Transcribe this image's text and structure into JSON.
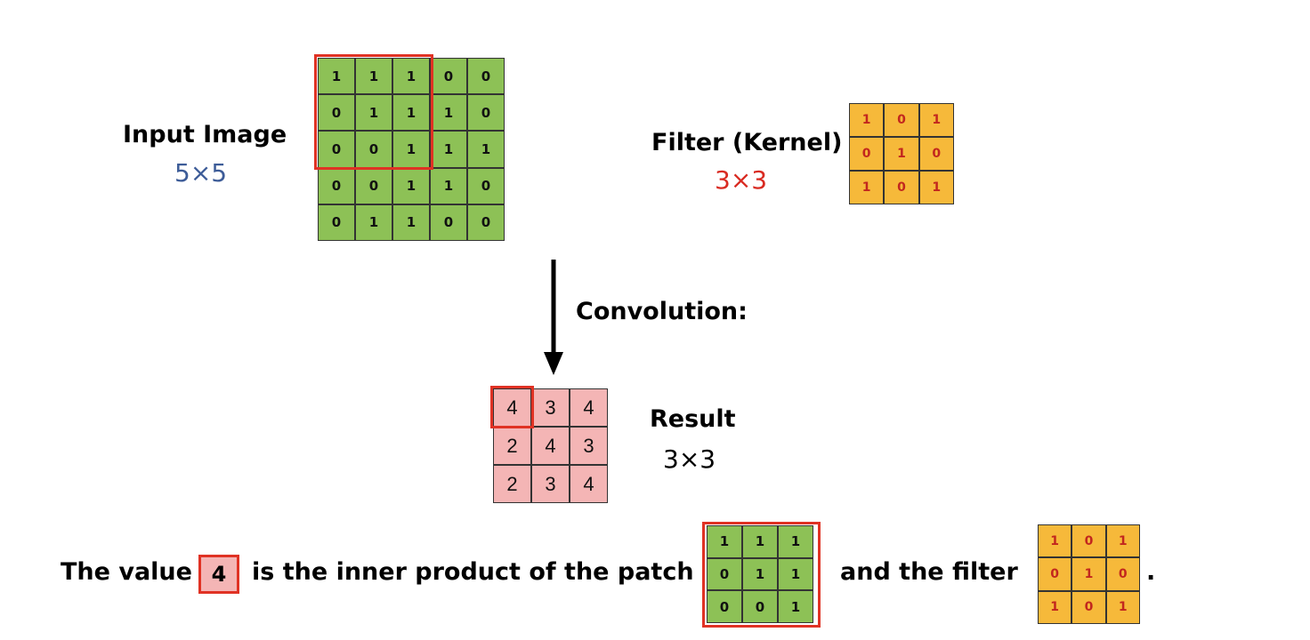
{
  "input": {
    "label": "Input Image",
    "size": "5×5",
    "size_color": "#3d5c98",
    "matrix": [
      [
        1,
        1,
        1,
        0,
        0
      ],
      [
        0,
        1,
        1,
        1,
        0
      ],
      [
        0,
        0,
        1,
        1,
        1
      ],
      [
        0,
        0,
        1,
        1,
        0
      ],
      [
        0,
        1,
        1,
        0,
        0
      ]
    ]
  },
  "filter": {
    "label": "Filter (Kernel)",
    "size": "3×3",
    "size_color": "#d92b22",
    "matrix": [
      [
        1,
        0,
        1
      ],
      [
        0,
        1,
        0
      ],
      [
        1,
        0,
        1
      ]
    ]
  },
  "operation": {
    "label": "Convolution:"
  },
  "result": {
    "label": "Result",
    "size": "3×3",
    "matrix": [
      [
        4,
        3,
        4
      ],
      [
        2,
        4,
        3
      ],
      [
        2,
        3,
        4
      ]
    ]
  },
  "explanation": {
    "prefix": "The value",
    "highlighted_value": "4",
    "middle": "is the inner product of the patch",
    "suffix": "and the filter",
    "end": ".",
    "patch_matrix": [
      [
        1,
        1,
        1
      ],
      [
        0,
        1,
        1
      ],
      [
        0,
        0,
        1
      ]
    ],
    "filter_matrix": [
      [
        1,
        0,
        1
      ],
      [
        0,
        1,
        0
      ],
      [
        1,
        0,
        1
      ]
    ]
  },
  "colors": {
    "input_cell": "#8dc156",
    "filter_cell": "#f6b93a",
    "filter_text": "#c2271e",
    "result_cell": "#f4b5b5",
    "highlight": "#e03224"
  }
}
